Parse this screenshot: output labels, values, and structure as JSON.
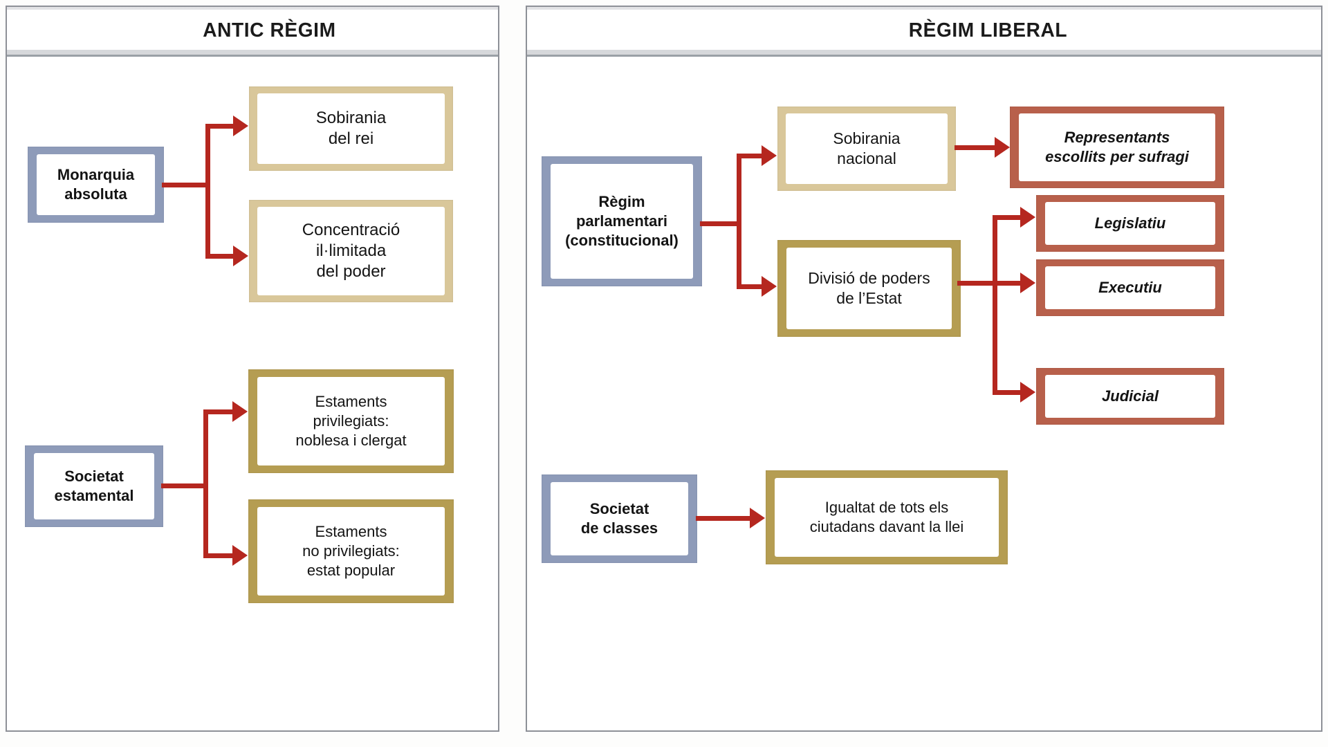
{
  "diagram": {
    "title_left": "ANTIC RÈGIM",
    "title_right": "RÈGIM LIBERAL",
    "colors": {
      "arrow_red": "#b5271f",
      "box_blue": "#8e9bb9",
      "box_gold_light": "#d9c79a",
      "box_gold_dark": "#b59d52",
      "box_red": "#b8604b",
      "panel_border": "#8d9097",
      "text": "#141414"
    }
  },
  "left_panel": {
    "title": "ANTIC RÈGIM",
    "nodes": {
      "monarquia": "Monarquia\nabsoluta",
      "monarquia_l1": "Monarquia",
      "monarquia_l2": "absoluta",
      "sobirania_rei_l1": "Sobirania",
      "sobirania_rei_l2": "del rei",
      "concentracio_l1": "Concentració",
      "concentracio_l2": "il·limitada",
      "concentracio_l3": "del poder",
      "societat_l1": "Societat",
      "societat_l2": "estamental",
      "privilegiats_l1": "Estaments",
      "privilegiats_l2": "privilegiats:",
      "privilegiats_l3": "noblesa i clergat",
      "no_privilegiats_l1": "Estaments",
      "no_privilegiats_l2": "no privilegiats:",
      "no_privilegiats_l3": "estat popular"
    }
  },
  "right_panel": {
    "title": "RÈGIM LIBERAL",
    "nodes": {
      "regim_l1": "Règim",
      "regim_l2": "parlamentari",
      "regim_l3": "(constitucional)",
      "sobirania_nacional_l1": "Sobirania",
      "sobirania_nacional_l2": "nacional",
      "representants_l1": "Representants",
      "representants_l2": "escollits per sufragi",
      "divisio_l1": "Divisió de poders",
      "divisio_l2": "de l’Estat",
      "legislatiu": "Legislatiu",
      "executiu": "Executiu",
      "judicial": "Judicial",
      "societat_classes_l1": "Societat",
      "societat_classes_l2": "de classes",
      "igualtat_l1": "Igualtat de tots els",
      "igualtat_l2": "ciutadans davant la llei"
    }
  }
}
